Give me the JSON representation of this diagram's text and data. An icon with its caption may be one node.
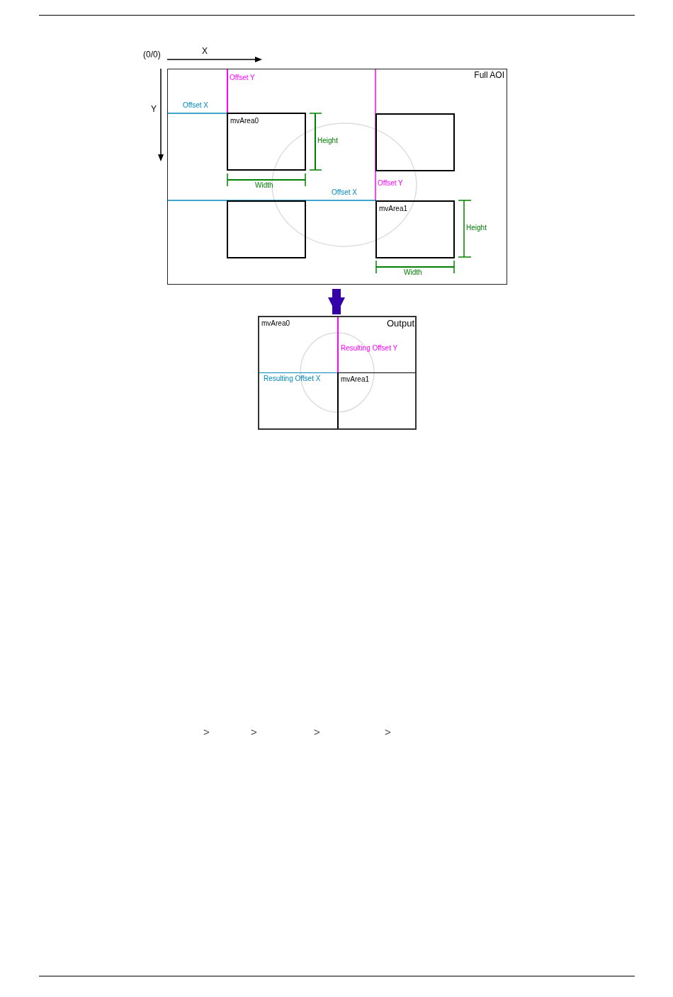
{
  "diagram": {
    "nodes": [
      {
        "text": [
          "Full AOI"
        ]
      },
      {
        "text": [
          "mvArea0"
        ],
        "in": 0
      },
      {
        "text": [],
        "shape": "box",
        "in": 0
      },
      {
        "text": [],
        "shape": "box",
        "in": 0
      },
      {
        "text": [
          "mvArea1"
        ],
        "in": 0
      },
      {
        "text": [
          "Output"
        ]
      },
      {
        "text": [
          "mvArea0"
        ],
        "in": 5
      },
      {
        "text": [
          "mvArea1"
        ],
        "in": 5
      }
    ],
    "edges": [
      {
        "from": 0,
        "to": 5,
        "arrow": "to",
        "color": "#3300aa"
      }
    ],
    "labels": [
      "(0/0)",
      "X",
      "Offset Y",
      "Y",
      "Offset X",
      "Height",
      "Width",
      "Offset X",
      "Offset Y",
      "Height",
      "Width",
      "Resulting Offset Y",
      "Resulting Offset X",
      ">",
      ">",
      ">",
      ">"
    ]
  }
}
